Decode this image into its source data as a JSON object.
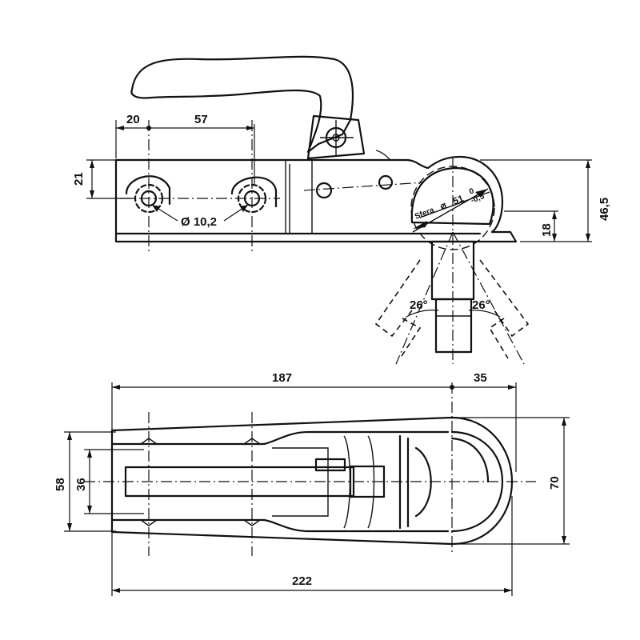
{
  "side_view": {
    "dim_hole_offset": "20",
    "dim_hole_spacing": "57",
    "dim_hole_height": "21",
    "dim_hole_diameter": "Ø 10,2",
    "dim_total_height": "46,5",
    "dim_ball_height": "18",
    "ball_label": "Sfera",
    "ball_dim": "51",
    "ball_tol_upper": "0",
    "ball_tol_lower": "-0,5",
    "angle_left": "26°",
    "angle_right": "26°"
  },
  "top_view": {
    "dim_length_187": "187",
    "dim_length_35": "35",
    "dim_total_length": "222",
    "dim_width_58": "58",
    "dim_width_36": "36",
    "dim_width_70": "70"
  }
}
